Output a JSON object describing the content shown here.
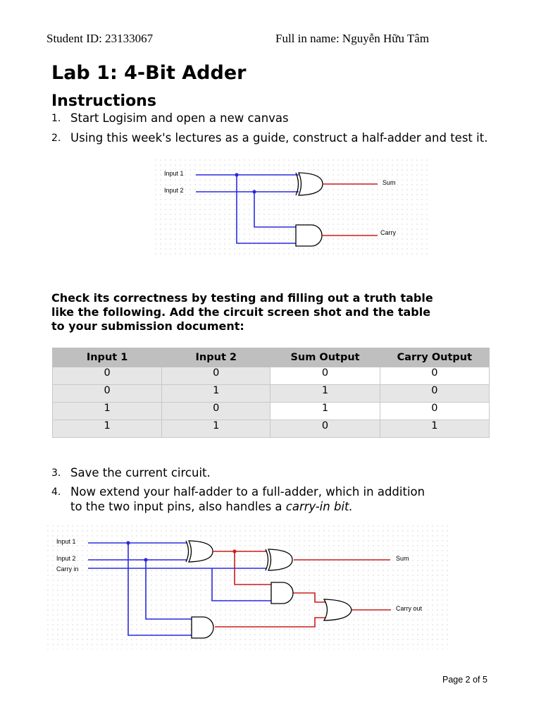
{
  "header": {
    "student_id": "Student ID:  23133067",
    "full_name": "Full in name: Nguyễn Hữu Tâm"
  },
  "title": "Lab 1: 4-Bit Adder",
  "section_heading": "Instructions",
  "steps_a": [
    {
      "num": "1.",
      "text": "Start Logisim and open a new canvas"
    },
    {
      "num": "2.",
      "text": "Using this week's lectures as a guide, construct a half-adder and test it."
    }
  ],
  "half_adder": {
    "input1": "Input 1",
    "input2": "Input 2",
    "sum": "Sum",
    "carry": "Carry"
  },
  "check_text": {
    "line1": "Check its correctness by testing and filling out a truth table",
    "line2": "like the following.  Add the circuit screen shot and the table",
    "line3": "to your submission document:"
  },
  "truth_table": {
    "headers": [
      "Input 1",
      "Input 2",
      "Sum Output",
      "Carry Output"
    ],
    "rows": [
      [
        "0",
        "0",
        "0",
        "0"
      ],
      [
        "0",
        "1",
        "1",
        "0"
      ],
      [
        "1",
        "0",
        "1",
        "0"
      ],
      [
        "1",
        "1",
        "0",
        "1"
      ]
    ]
  },
  "steps_b": {
    "step3_num": "3.",
    "step3_text": "Save the current circuit.",
    "step4_num": "4.",
    "step4_line1": "Now extend your half-adder to a full-adder, which in addition",
    "step4_line2_prefix": "to the two input pins, also handles a ",
    "step4_line2_italic": "carry-in bit."
  },
  "full_adder": {
    "input1": "Input 1",
    "input2": "Input 2",
    "carry_in": "Carry in",
    "sum": "Sum",
    "carry_out": "Carry out"
  },
  "footer": {
    "page": "Page 2 of 5"
  },
  "colors": {
    "input_wire": "#2a2adf",
    "output_wire": "#c81e1e",
    "table_header": "#bfbfbf",
    "table_shaded": "#e6e6e6"
  }
}
